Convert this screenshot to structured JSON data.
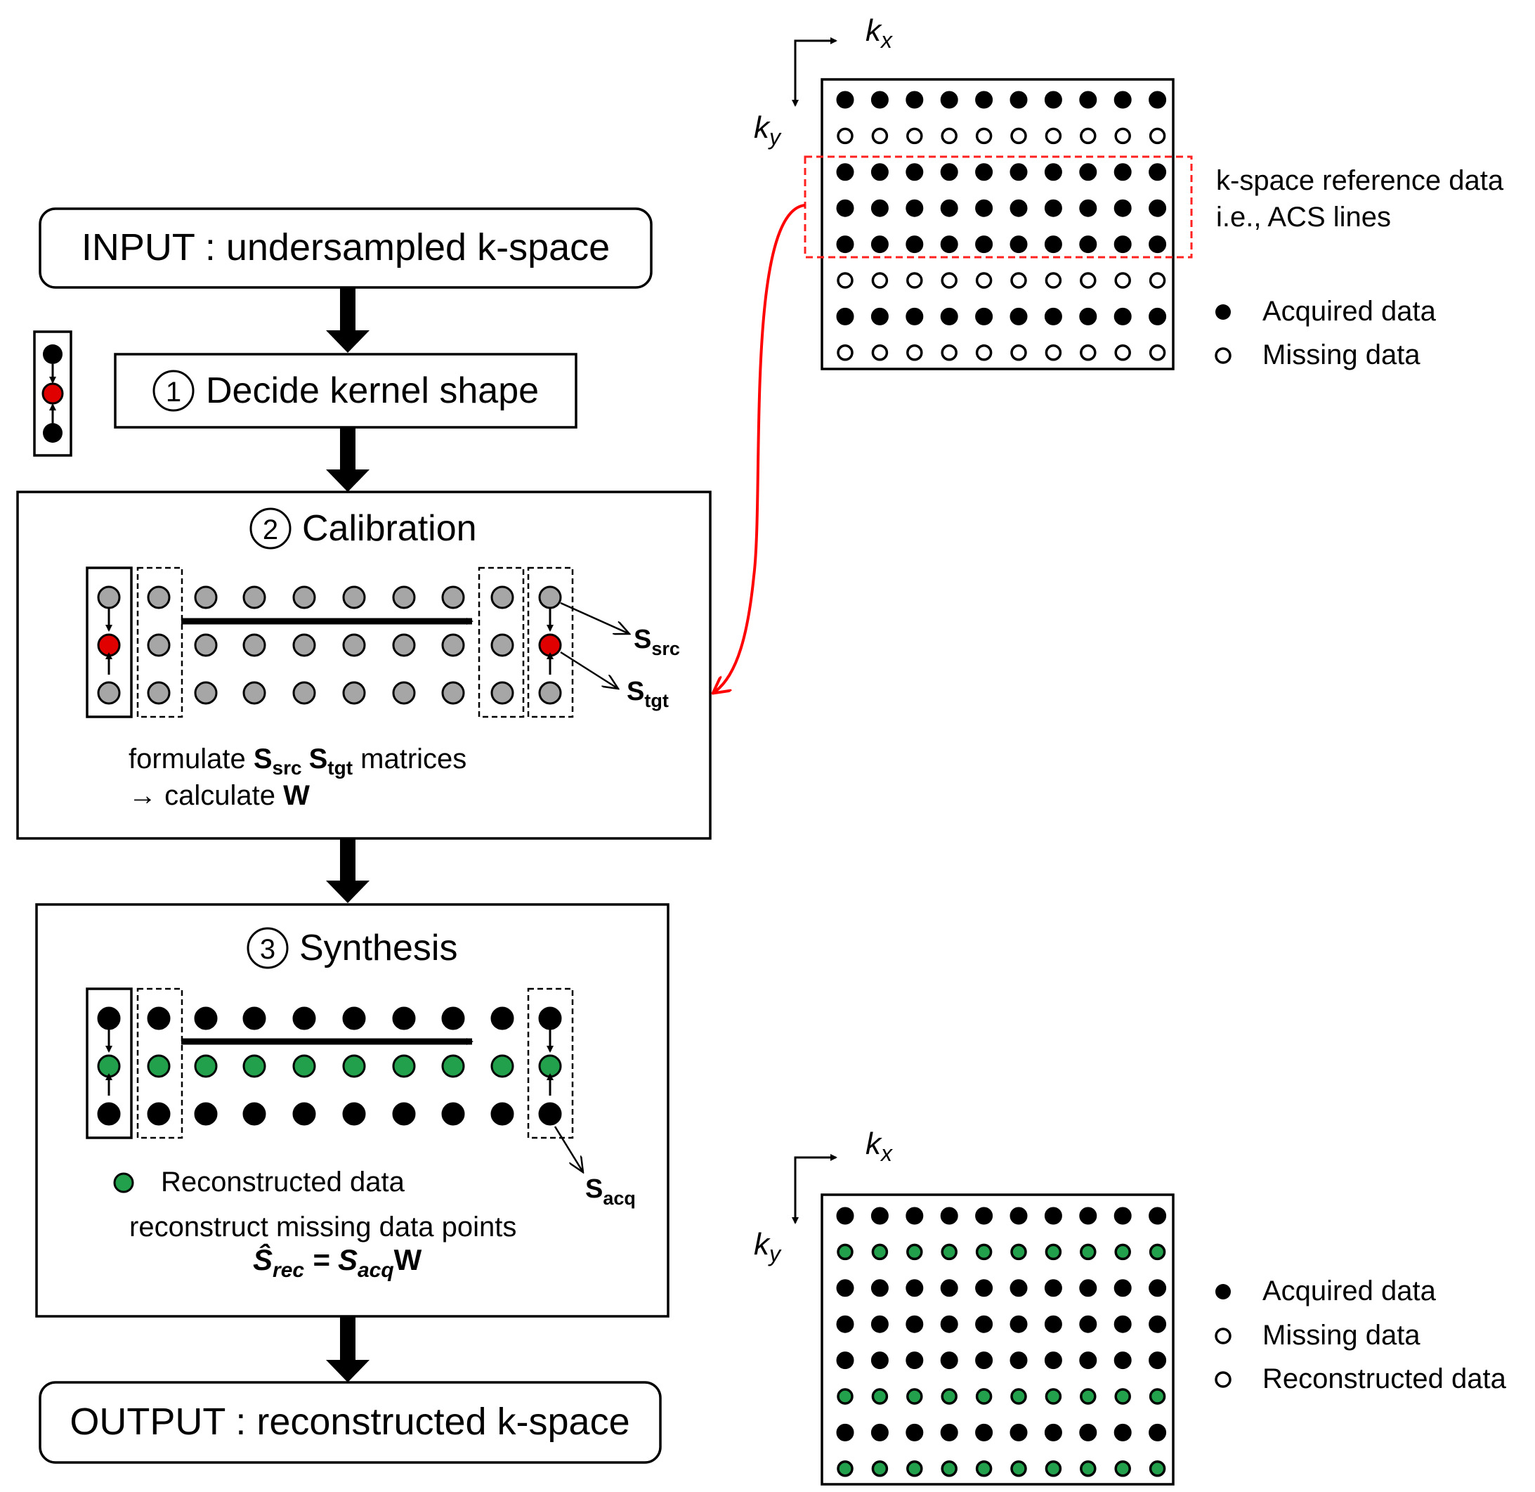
{
  "flowchart": {
    "input_label": "INPUT : undersampled k-space",
    "step1": {
      "number": "1",
      "label": "Decide kernel shape"
    },
    "step2": {
      "number": "2",
      "label": "Calibration",
      "s_src_base": "S",
      "s_src_sub": "src",
      "s_tgt_base": "S",
      "s_tgt_sub": "tgt",
      "caption1_pre": "formulate ",
      "caption1_s1": "S",
      "caption1_s1_sub": "src",
      "caption1_s2": "S",
      "caption1_s2_sub": "tgt",
      "caption1_post": " matrices",
      "caption2_arrow": "→",
      "caption2_pre": " calculate ",
      "caption2_w": "W"
    },
    "step3": {
      "number": "3",
      "label": "Synthesis",
      "s_acq_base": "S",
      "s_acq_sub": "acq",
      "legend_reconstructed": "Reconstructed data",
      "caption1": "reconstruct missing data points",
      "eq_lhs": "Ŝ",
      "eq_lhs_sub": "rec",
      "eq_eq": " = ",
      "eq_rhs": "S",
      "eq_rhs_sub": "acq",
      "eq_w": "W"
    },
    "output_label": "OUTPUT : reconstructed k-space"
  },
  "kspace_top": {
    "axis_x": "k",
    "axis_x_sub": "x",
    "axis_y": "k",
    "axis_y_sub": "y",
    "rows": [
      "acquired",
      "missing",
      "acquired",
      "acquired",
      "acquired",
      "missing",
      "acquired",
      "missing"
    ],
    "columns": 10,
    "acs_label_line1": "k-space reference data",
    "acs_label_line2": "i.e., ACS lines",
    "legend_acquired": "Acquired data",
    "legend_missing": "Missing data"
  },
  "kspace_bottom": {
    "axis_x": "k",
    "axis_x_sub": "x",
    "axis_y": "k",
    "axis_y_sub": "y",
    "rows": [
      "acquired",
      "reconstructed",
      "acquired",
      "acquired",
      "acquired",
      "reconstructed",
      "acquired",
      "reconstructed"
    ],
    "columns": 10,
    "legend_acquired": "Acquired data",
    "legend_missing": "Missing data",
    "legend_reconstructed": "Reconstructed data"
  },
  "colors": {
    "acquired": "#000000",
    "missing": "#ffffff",
    "reconstructed": "#22a04b",
    "target_calibration": "#e00000",
    "calibration_point": "#a6a6a6",
    "acs_box": "#ff2020",
    "link_arrow": "#ff0000"
  }
}
